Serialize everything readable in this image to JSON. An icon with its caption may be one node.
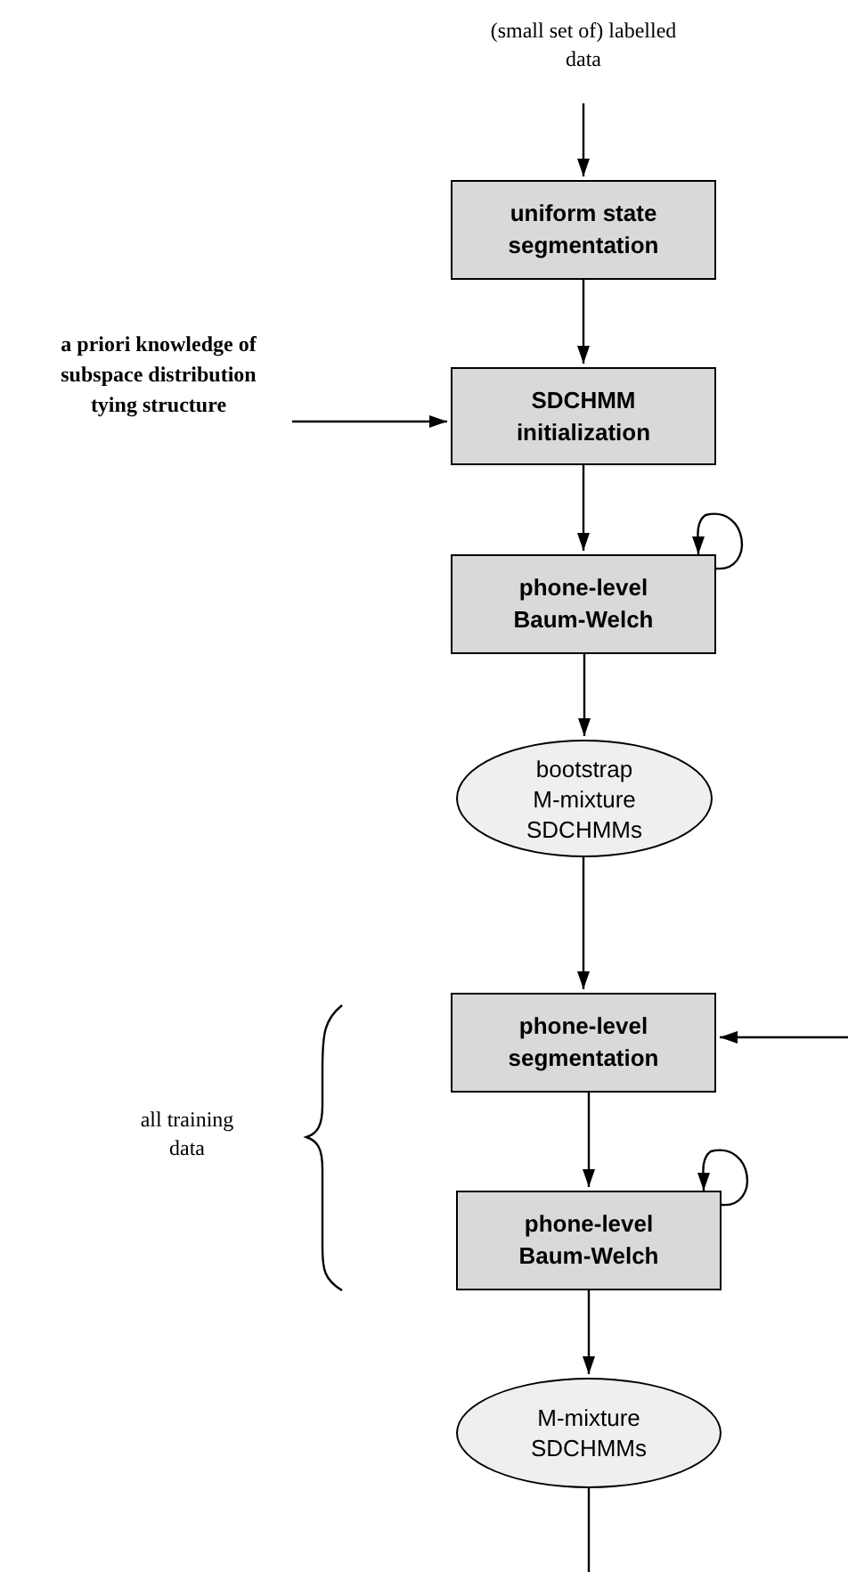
{
  "diagram": {
    "nodes": [
      {
        "text": [
          "(small set of) labelled data"
        ]
      },
      {
        "text": [
          "uniform state segmentation"
        ]
      },
      {
        "text": [
          "SDCHMM initialization"
        ]
      },
      {
        "text": [
          "a priori knowledge of subspace distribution tying structure"
        ]
      },
      {
        "text": [
          "phone-level Baum-Welch"
        ]
      },
      {
        "text": [
          "bootstrap M-mixture SDCHMMs"
        ]
      },
      {
        "text": [
          "phone-level segmentation"
        ]
      },
      {
        "text": [
          "phone-level Baum-Welch"
        ]
      },
      {
        "text": [
          "M-mixture SDCHMMs"
        ]
      }
    ],
    "edges": [
      {
        "from": 0,
        "to": 1,
        "arrow": "to"
      },
      {
        "from": 1,
        "to": 2,
        "arrow": "to"
      },
      {
        "from": 3,
        "to": 2,
        "arrow": "to"
      },
      {
        "from": 2,
        "to": 4,
        "arrow": "to"
      },
      {
        "from": 4,
        "to": 4,
        "arrow": "to"
      },
      {
        "from": 4,
        "to": 5,
        "arrow": "to"
      },
      {
        "from": 5,
        "to": 6,
        "arrow": "to"
      },
      {
        "from": null,
        "to": 6,
        "arrow": "to"
      },
      {
        "from": 6,
        "to": 7,
        "arrow": "to"
      },
      {
        "from": 7,
        "to": 7,
        "arrow": "to"
      },
      {
        "from": 7,
        "to": 8,
        "arrow": "to"
      },
      {
        "from": 8,
        "to": null,
        "arrow": "none"
      }
    ],
    "labels": [
      "all training data"
    ]
  }
}
